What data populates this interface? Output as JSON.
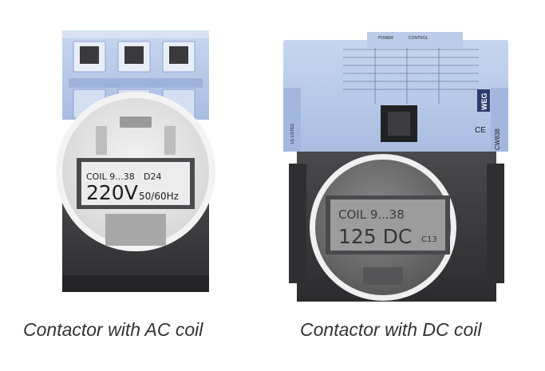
{
  "left": {
    "caption": "Contactor with AC coil",
    "label_line1_a": "COIL 9...38",
    "label_line1_b": "D24",
    "label_voltage": "220V",
    "label_freq": "50/60Hz"
  },
  "right": {
    "caption": "Contactor with DC coil",
    "label_line1": "COIL 9...38",
    "label_voltage": "125 DC",
    "label_code": "C13",
    "header_power": "POWER",
    "header_control": "CONTROL",
    "brand": "WEG",
    "model": "CW838",
    "ce_mark": "CE",
    "ul_mark": "UL LISTED"
  },
  "colors": {
    "housing_blue": "#b7c8e6",
    "housing_blue_dark": "#8fa6cf",
    "base_dark": "#3a3a3c",
    "magnifier_rim": "#f2f2f2"
  }
}
